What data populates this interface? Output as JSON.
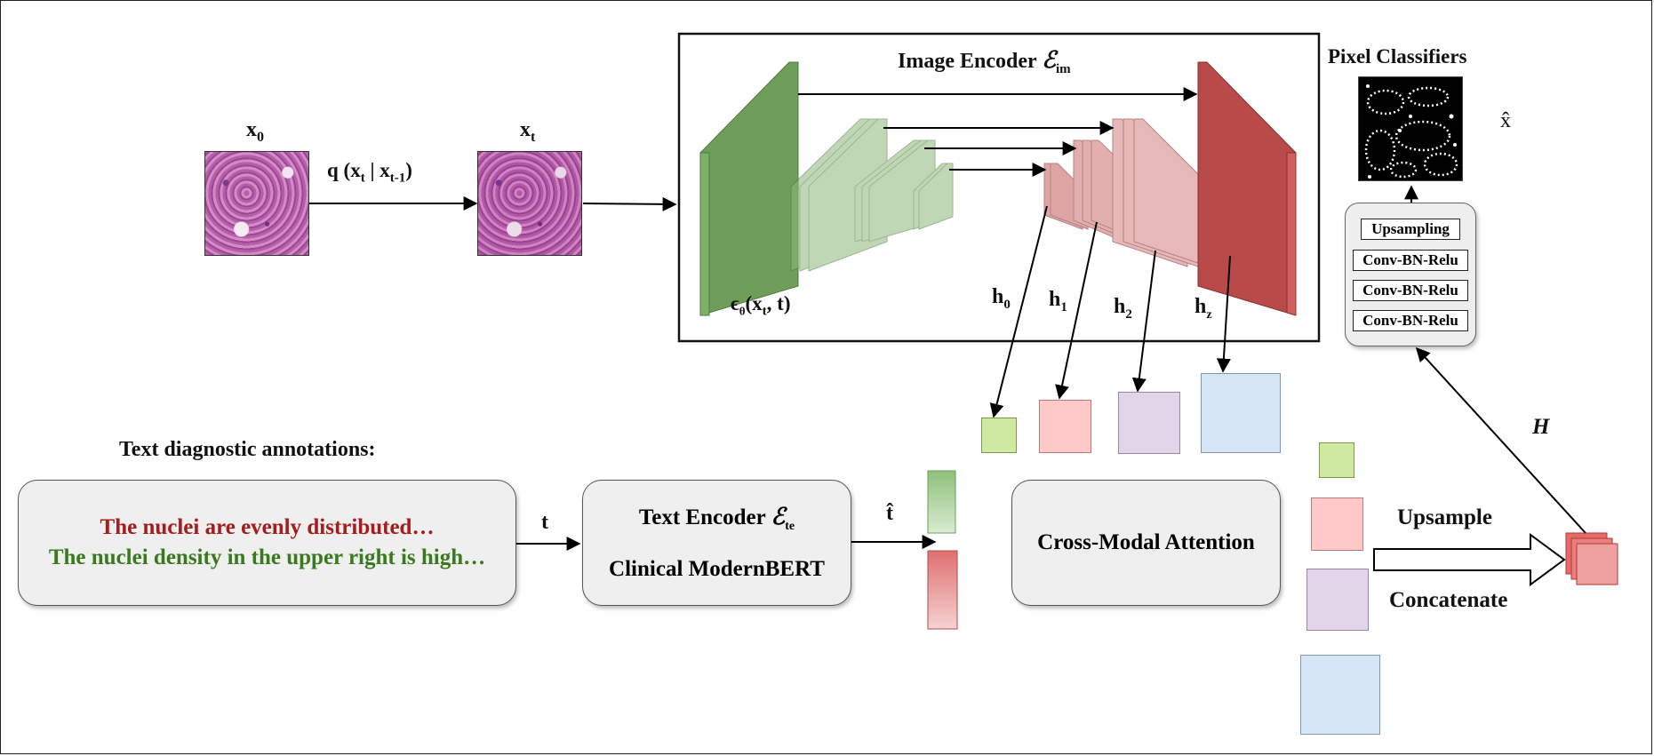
{
  "labels": {
    "x0": "x",
    "x0_sub": "0",
    "xt": "x",
    "xt_sub": "t",
    "q_pre": "q (x",
    "q_sub1": "t",
    "q_mid": " | x",
    "q_sub2": "t-1",
    "q_post": ")",
    "image_encoder": "Image Encoder",
    "image_encoder_symbol": "ℰ",
    "image_encoder_sub": "im",
    "eps_pre": "ϵ",
    "eps_theta": "θ",
    "eps_args_pre": "(x",
    "eps_args_sub": "t",
    "eps_args_post": ", t)",
    "h0": "h",
    "h0_sub": "0",
    "h1": "h",
    "h1_sub": "1",
    "h2": "h",
    "h2_sub": "2",
    "hz": "h",
    "hz_sub": "z",
    "pixel_classifiers": "Pixel Classifiers",
    "x_hat": "x̂",
    "H": "H",
    "text_diag_title": "Text diagnostic annotations:",
    "annotation_line1": "The nuclei are evenly distributed…",
    "annotation_line2": "The nuclei density in the upper right is high…",
    "t": "t",
    "text_encoder": "Text Encoder",
    "text_encoder_symbol": "ℰ",
    "text_encoder_sub": "te",
    "clinical_bert": "Clinical ModernBERT",
    "t_hat": "t̂",
    "cross_modal": "Cross-Modal Attention",
    "upsample": "Upsample",
    "concatenate": "Concatenate"
  },
  "classifier_layers": [
    "Upsampling",
    "Conv-BN-Relu",
    "Conv-BN-Relu",
    "Conv-BN-Relu"
  ],
  "colors": {
    "annotation_red": "#a61c1c",
    "annotation_green": "#3a7a1e",
    "encoder_green": "#6e9e5a",
    "decoder_red": "#b94a4a",
    "feat_green": "#cfe9a0",
    "feat_pink": "#ffc9c9",
    "feat_lavender": "#e2d5ea",
    "feat_blue": "#d7e6f7"
  }
}
